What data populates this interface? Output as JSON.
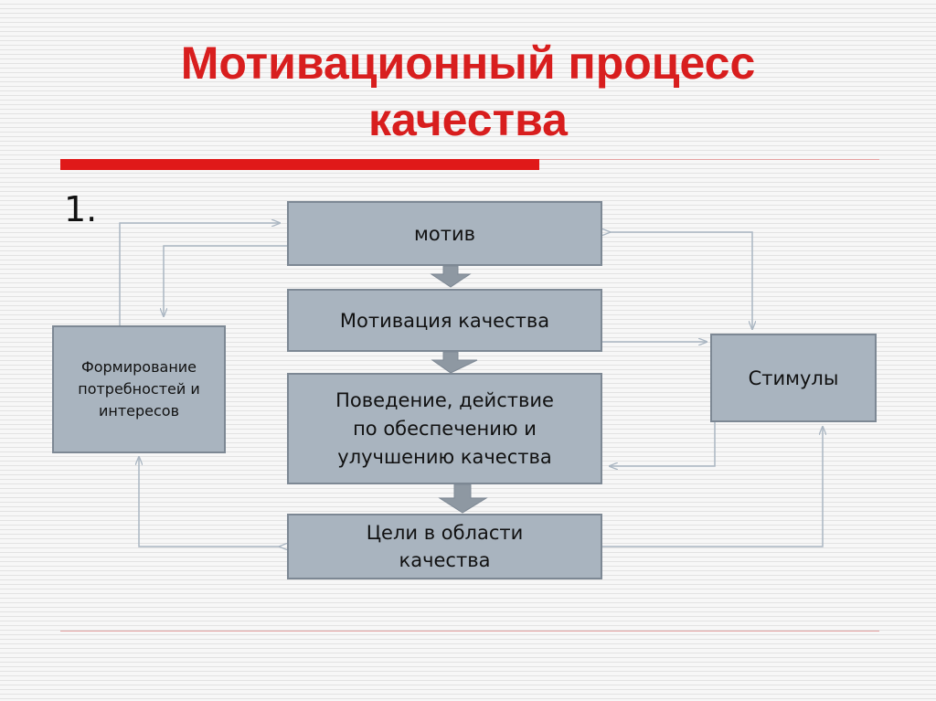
{
  "slide": {
    "title_line1": "Мотивационный процесс",
    "title_line2": "качества",
    "list_number": "1."
  },
  "diagram": {
    "motive": "мотив",
    "motivation": "Мотивация качества",
    "behavior_line1": "Поведение, действие",
    "behavior_line2": "по обеспечению и",
    "behavior_line3": "улучшению качества",
    "goals_line1": "Цели в области",
    "goals_line2": "качества",
    "needs_line1": "Формирование",
    "needs_line2": "потребностей и",
    "needs_line3": "интересов",
    "stimuli": "Стимулы"
  },
  "colors": {
    "title": "#d81e1e",
    "accent_bar": "#e01919",
    "box_fill": "#a9b4bf",
    "box_border": "#7d8894",
    "down_arrow": "#8e98a2",
    "connector": "#aab6c2"
  }
}
